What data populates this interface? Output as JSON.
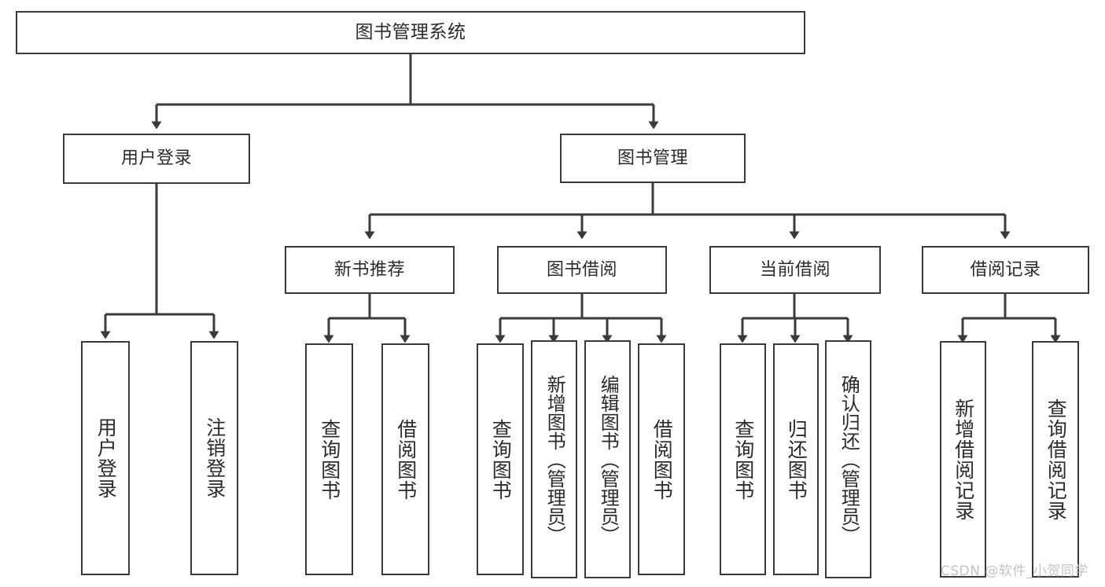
{
  "diagram": {
    "title": "图书管理系统",
    "watermark": "CSDN @软件_小贺同学",
    "line_color": "#3a3a3a",
    "box_fill": "#ffffff",
    "text_color": "#2b2b2b",
    "watermark_color": "#c4c4c4"
  },
  "nodes": {
    "root": {
      "label": "图书管理系统"
    },
    "level1": [
      {
        "label": "用户登录"
      },
      {
        "label": "图书管理"
      }
    ],
    "level2": [
      {
        "label": "新书推荐"
      },
      {
        "label": "图书借阅"
      },
      {
        "label": "当前借阅"
      },
      {
        "label": "借阅记录"
      }
    ],
    "leaves": {
      "user_login": [
        {
          "label": "用户登录"
        },
        {
          "label": "注销登录"
        }
      ],
      "new_book_recommend": [
        {
          "label": "查询图书"
        },
        {
          "label": "借阅图书"
        }
      ],
      "book_borrow": [
        {
          "label": "查询图书"
        },
        {
          "label": "新增图书（管理员）"
        },
        {
          "label": "编辑图书（管理员）"
        },
        {
          "label": "借阅图书"
        }
      ],
      "current_borrow": [
        {
          "label": "查询图书"
        },
        {
          "label": "归还图书"
        },
        {
          "label": "确认归还（管理员）"
        }
      ],
      "borrow_record": [
        {
          "label": "新增借阅记录"
        },
        {
          "label": "查询借阅记录"
        }
      ]
    }
  }
}
